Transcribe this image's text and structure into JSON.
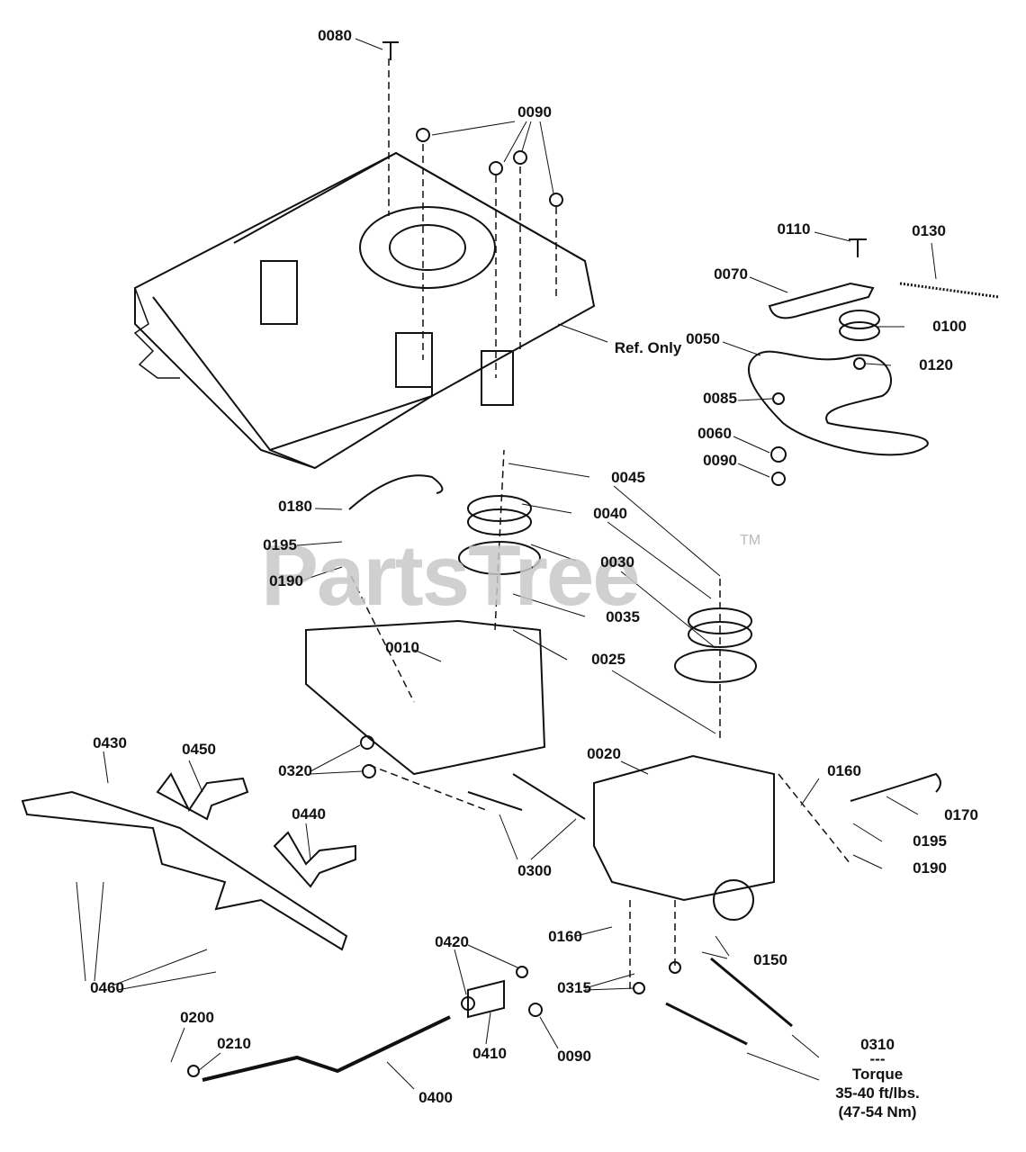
{
  "watermark": {
    "text": "PartsTree",
    "trademark": "TM"
  },
  "labels": {
    "l0080": "0080",
    "l0090a": "0090",
    "ref_only": "Ref. Only",
    "l0110": "0110",
    "l0130": "0130",
    "l0070": "0070",
    "l0100": "0100",
    "l0050": "0050",
    "l0120": "0120",
    "l0085": "0085",
    "l0060": "0060",
    "l0090b": "0090",
    "l0045": "0045",
    "l0180": "0180",
    "l0040": "0040",
    "l0195a": "0195",
    "l0030": "0030",
    "l0190a": "0190",
    "l0035": "0035",
    "l0010": "0010",
    "l0025": "0025",
    "l0430": "0430",
    "l0450": "0450",
    "l0320": "0320",
    "l0020": "0020",
    "l0160a": "0160",
    "l0440": "0440",
    "l0170": "0170",
    "l0195b": "0195",
    "l0300": "0300",
    "l0190b": "0190",
    "l0160b": "0160",
    "l0150": "0150",
    "l0420": "0420",
    "l0460": "0460",
    "l0315": "0315",
    "l0200": "0200",
    "l0210": "0210",
    "l0410": "0410",
    "l0090c": "0090",
    "l0400": "0400"
  },
  "torque_note": {
    "part": "0310",
    "separator": "---",
    "title": "Torque",
    "imperial": "35-40 ft/lbs.",
    "metric": "(47-54 Nm)"
  }
}
